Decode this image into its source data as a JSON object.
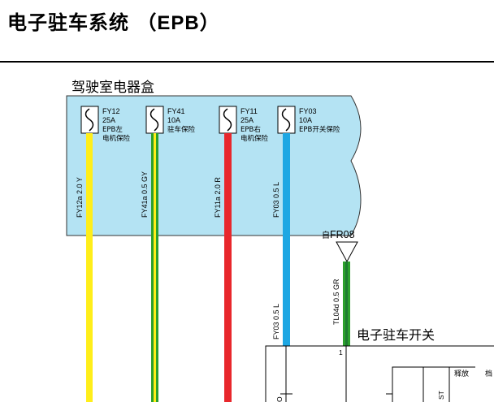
{
  "title": "电子驻车系统 （EPB）",
  "title_cjk": "电子驻车系统",
  "title_ascii": "（EPB）",
  "box_label": "驾驶室电器盒",
  "fuses": [
    {
      "id": "FY12",
      "rating": "25A",
      "desc1": "EPB左",
      "desc2": "电机保险"
    },
    {
      "id": "FY41",
      "rating": "10A",
      "desc1": "驻车保险",
      "desc2": ""
    },
    {
      "id": "FY11",
      "rating": "25A",
      "desc1": "EPB右",
      "desc2": "电机保险"
    },
    {
      "id": "FY03",
      "rating": "10A",
      "desc1": "EPB开关保险",
      "desc2": ""
    }
  ],
  "wires": [
    {
      "label": "FY12a  2.0  Y",
      "color": "#ffee1a"
    },
    {
      "label": "FY41a  0.5  GY",
      "color": "#2ca02c",
      "stripe": "#ffee1a"
    },
    {
      "label": "FY11a  2.0  R",
      "color": "#e8272c"
    },
    {
      "label": "FY03  0.5  L",
      "color": "#1ea7e3"
    }
  ],
  "source_ref": "自FR08",
  "source_ref_prefix": "自",
  "source_ref_code": "FR08",
  "wire_tl04d": {
    "label": "TL04d  0.5  GR",
    "color": "#2ca02c",
    "stripe": "#1e7b30"
  },
  "wire_fy03_lower": {
    "label": "FY03  0.5  L",
    "color": "#1ea7e3"
  },
  "switch_label": "电子驻车开关",
  "pin_1": "1",
  "switch_text_release": "释放",
  "switch_text_st": "ST",
  "switch_text_partial": "档",
  "switch_text_o": "O"
}
